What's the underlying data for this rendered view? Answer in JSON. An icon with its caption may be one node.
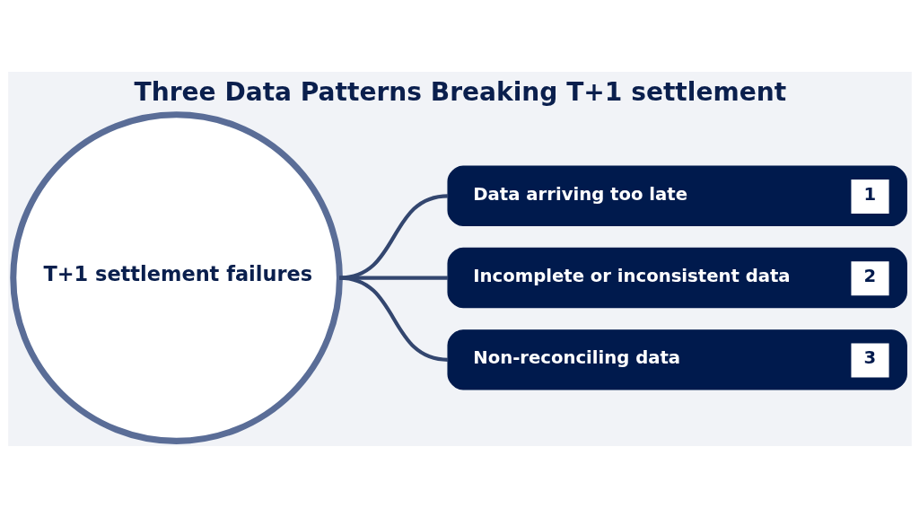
{
  "diagram": {
    "title": "Three Data Patterns Breaking T+1 settlement",
    "nodes": [
      {
        "text": [
          "T+1 settlement failures"
        ]
      },
      {
        "text": [
          "Data arriving too late",
          "1"
        ]
      },
      {
        "text": [
          "Incomplete or inconsistent data",
          "2"
        ]
      },
      {
        "text": [
          "Non-reconciling data",
          "3"
        ]
      }
    ],
    "edges": [
      {
        "from": 0,
        "to": 1,
        "arrow": "none"
      },
      {
        "from": 0,
        "to": 2,
        "arrow": "none"
      },
      {
        "from": 0,
        "to": 3,
        "arrow": "none"
      }
    ]
  }
}
